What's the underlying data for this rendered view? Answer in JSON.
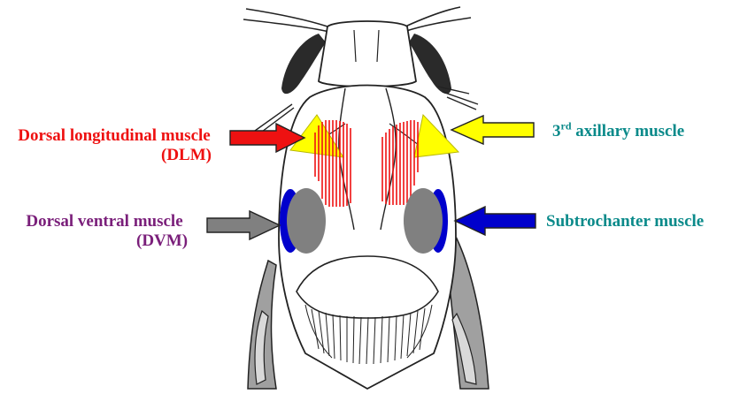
{
  "colors": {
    "dlm": "#ee1111",
    "axillary": "#ffff00",
    "subtrochanter": "#0000cc",
    "dvm": "#808080",
    "text_red": "#ee1111",
    "text_teal": "#0a8a8a",
    "text_purple": "#7a1f7a",
    "outline": "#111111"
  },
  "labels": {
    "dlm_line1": "Dorsal longitudinal muscle",
    "dlm_line2": "(DLM)",
    "dvm_line1": "Dorsal ventral muscle",
    "dvm_line2": "(DVM)",
    "axillary_prefix": "3",
    "axillary_sup": "rd",
    "axillary_rest": " axillary muscle",
    "subtrochanter": "Subtrochanter muscle"
  },
  "icons": {
    "dlm_arrow": "arrow-right-icon",
    "dvm_arrow": "arrow-right-icon",
    "axillary_arrow": "arrow-left-icon",
    "subtrochanter_arrow": "arrow-left-icon"
  }
}
